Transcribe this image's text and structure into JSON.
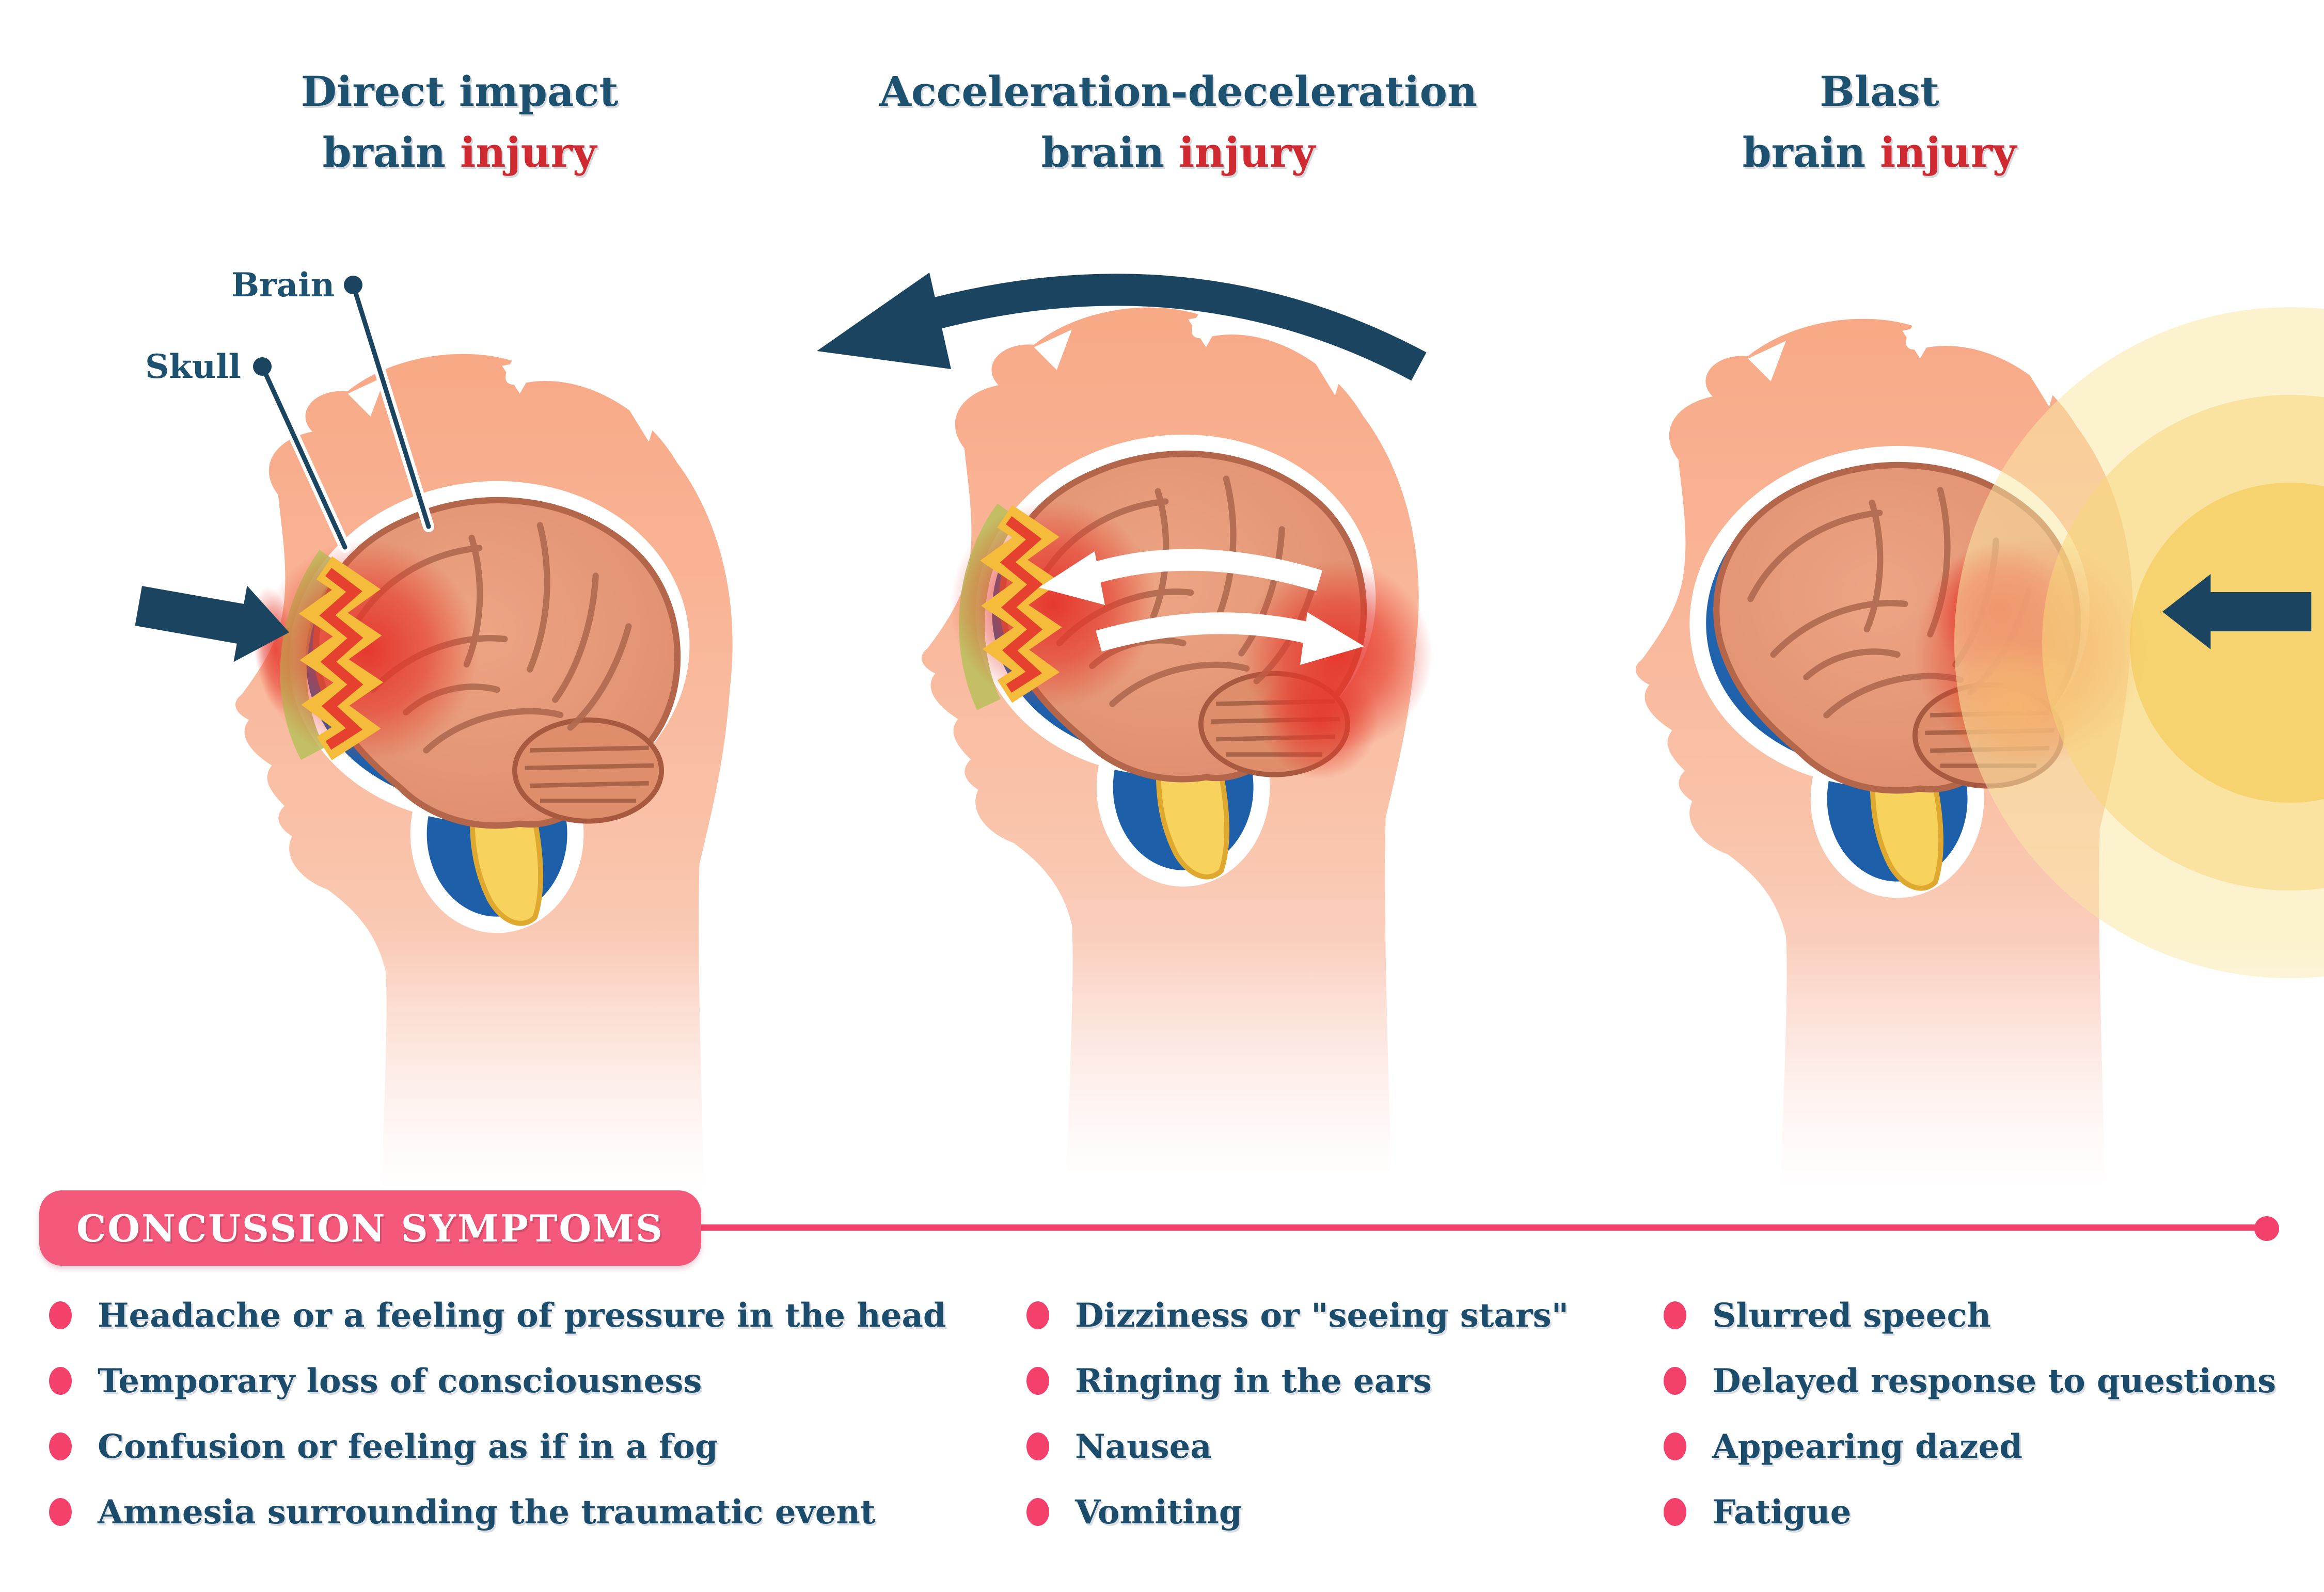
{
  "titles": [
    {
      "line1": "Direct impact",
      "line2_dark": "brain",
      "line2_red": "injury"
    },
    {
      "line1": "Acceleration-deceleration",
      "line2_dark": "brain",
      "line2_red": "injury"
    },
    {
      "line1": "Blast",
      "line2_dark": "brain",
      "line2_red": "injury"
    }
  ],
  "anatomy_labels": {
    "brain": "Brain",
    "skull": "Skull"
  },
  "banner": {
    "label": "CONCUSSION SYMPTOMS"
  },
  "symptoms": {
    "col1": [
      "Headache or a feeling of pressure in the head",
      "Temporary loss of consciousness",
      "Confusion or feeling as if in a fog",
      "Amnesia surrounding the traumatic event"
    ],
    "col2": [
      "Dizziness or \"seeing stars\"",
      "Ringing in the ears",
      "Nausea",
      "Vomiting"
    ],
    "col3": [
      "Slurred speech",
      "Delayed response to questions",
      "Appearing dazed",
      "Fatigue"
    ]
  },
  "colors": {
    "navy_text": "#1d5170",
    "red_accent": "#cf2a31",
    "banner_pink": "#f4587a",
    "accent_pink": "#f4416b",
    "skull_blue": "#1e5fa9",
    "brain_salmon": "#e09071",
    "skin_peach": "#f9b498",
    "impact_yellow": "#f4bc3a",
    "impact_red": "#e6402e",
    "blast_yellow": "#f4ca4d",
    "arrow_navy": "#1a4460"
  }
}
